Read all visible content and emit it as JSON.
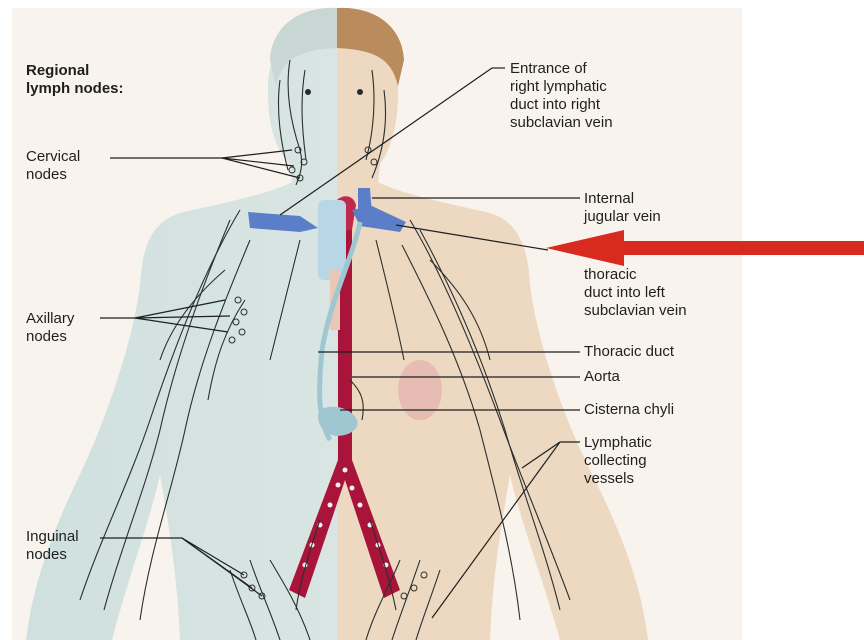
{
  "title_lines": [
    "Regional",
    "lymph nodes:"
  ],
  "labels_left": {
    "cervical": [
      "Cervical",
      "nodes"
    ],
    "axillary": [
      "Axillary",
      "nodes"
    ],
    "inguinal": [
      "Inguinal",
      "nodes"
    ]
  },
  "labels_right": {
    "entrance_right": [
      "Entrance of",
      "right lymphatic",
      "duct into right",
      "subclavian vein"
    ],
    "internal_jugular": [
      "Internal",
      "jugular vein"
    ],
    "entrance_left": [
      "thoracic",
      "duct into left",
      "subclavian vein"
    ],
    "thoracic_duct": [
      "Thoracic duct"
    ],
    "aorta": [
      "Aorta"
    ],
    "cisterna_chyli": [
      "Cisterna chyli"
    ],
    "lymphatic_vessels": [
      "Lymphatic",
      "collecting",
      "vessels"
    ]
  },
  "colors": {
    "background": "#ffffff",
    "panel": "#f8f3ec",
    "skin": "#edd8c2",
    "lymph_tint": "#cfe0df",
    "hair": "#b98b5d",
    "aorta": "#a8143a",
    "vein": "#5a7fc8",
    "duct": "#9fc7d1",
    "arrow": "#d92a20",
    "vessel_lines": "#2a2f2e",
    "leader": "#1f1f1f"
  }
}
